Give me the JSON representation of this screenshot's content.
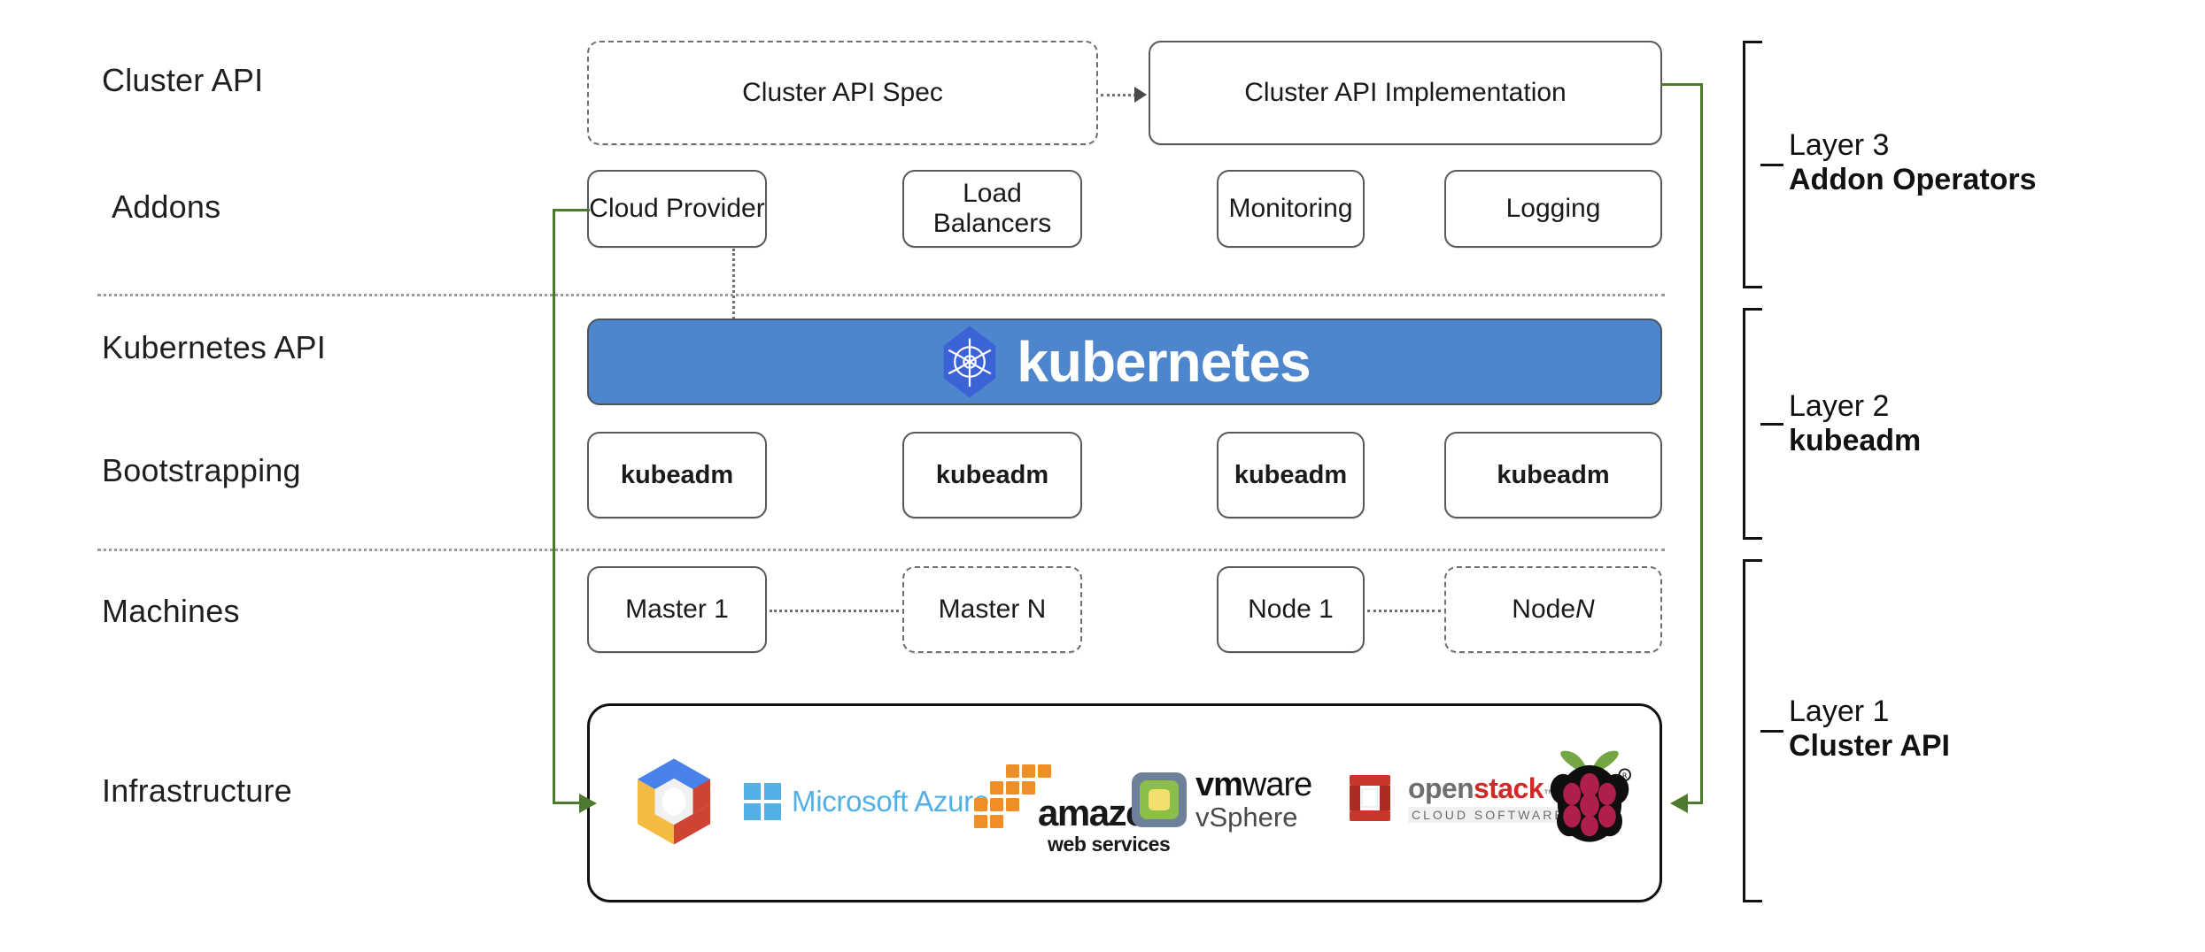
{
  "diagram": {
    "title": "Kubernetes Cluster API layered architecture",
    "accent_green": "#4e7a2f",
    "kubernetes_blue": "#4d86cd"
  },
  "row_labels": [
    {
      "id": "cluster-api",
      "text": "Cluster API"
    },
    {
      "id": "addons",
      "text": "Addons"
    },
    {
      "id": "kubernetes-api",
      "text": "Kubernetes API"
    },
    {
      "id": "bootstrapping",
      "text": "Bootstrapping"
    },
    {
      "id": "machines",
      "text": "Machines"
    },
    {
      "id": "infrastructure",
      "text": "Infrastructure"
    }
  ],
  "cluster_api_row": {
    "spec_box": "Cluster API Spec",
    "implementation_box": "Cluster API Implementation"
  },
  "addons_row": {
    "boxes": [
      "Cloud Provider",
      "Load Balancers",
      "Monitoring",
      "Logging"
    ]
  },
  "kubernetes_banner": {
    "wordmark": "kubernetes",
    "logo_name": "kubernetes-helm-icon"
  },
  "bootstrapping_row": {
    "boxes": [
      "kubeadm",
      "kubeadm",
      "kubeadm",
      "kubeadm"
    ]
  },
  "machines_row": {
    "boxes": [
      {
        "label": "Master 1",
        "style": "solid"
      },
      {
        "label": "Master N",
        "style": "dashed"
      },
      {
        "label": "Node 1",
        "style": "solid"
      },
      {
        "label": "Node ",
        "emphasis": "N",
        "style": "dashed"
      }
    ]
  },
  "infrastructure_row": {
    "providers": [
      {
        "name": "google-cloud-platform",
        "text": ""
      },
      {
        "name": "microsoft-azure",
        "text": "Microsoft Azure"
      },
      {
        "name": "amazon-web-services",
        "text": "amazon",
        "subtext": "web services"
      },
      {
        "name": "vmware-vsphere",
        "text": "vmware",
        "subtext": "vSphere"
      },
      {
        "name": "openstack",
        "text": "openstack",
        "subtext": "CLOUD SOFTWARE"
      },
      {
        "name": "raspberry-pi",
        "text": ""
      }
    ]
  },
  "layers": [
    {
      "id": "layer-3",
      "line1": "Layer 3",
      "line2": "Addon Operators"
    },
    {
      "id": "layer-2",
      "line1": "Layer 2",
      "line2": "kubeadm"
    },
    {
      "id": "layer-1",
      "line1": "Layer 1",
      "line2": "Cluster API"
    }
  ]
}
